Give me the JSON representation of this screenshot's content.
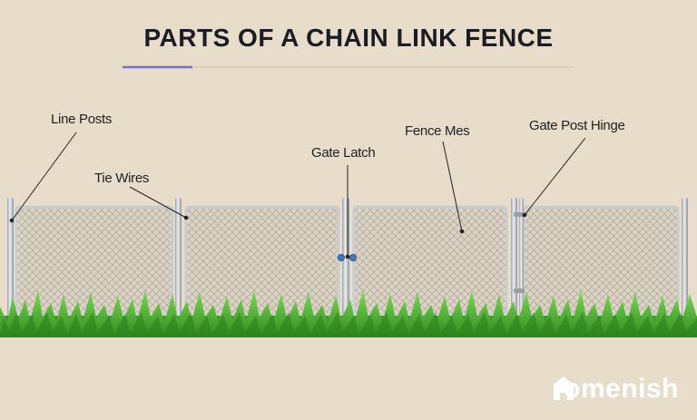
{
  "title": "PARTS OF A CHAIN LINK FENCE",
  "labels": {
    "line_posts": "Line Posts",
    "tie_wires": "Tie Wires",
    "gate_latch": "Gate Latch",
    "fence_mesh": "Fence Mes",
    "gate_post_hinge": "Gate Post Hinge"
  },
  "brand": {
    "text": "omenish",
    "logo_letter": "H"
  },
  "colors": {
    "background": "#e8dccb",
    "title": "#1c1c24",
    "accent": "#7a6fc9",
    "metal": "#c9ccd2",
    "grass": "#5cb53a",
    "logo": "#ffffff"
  }
}
